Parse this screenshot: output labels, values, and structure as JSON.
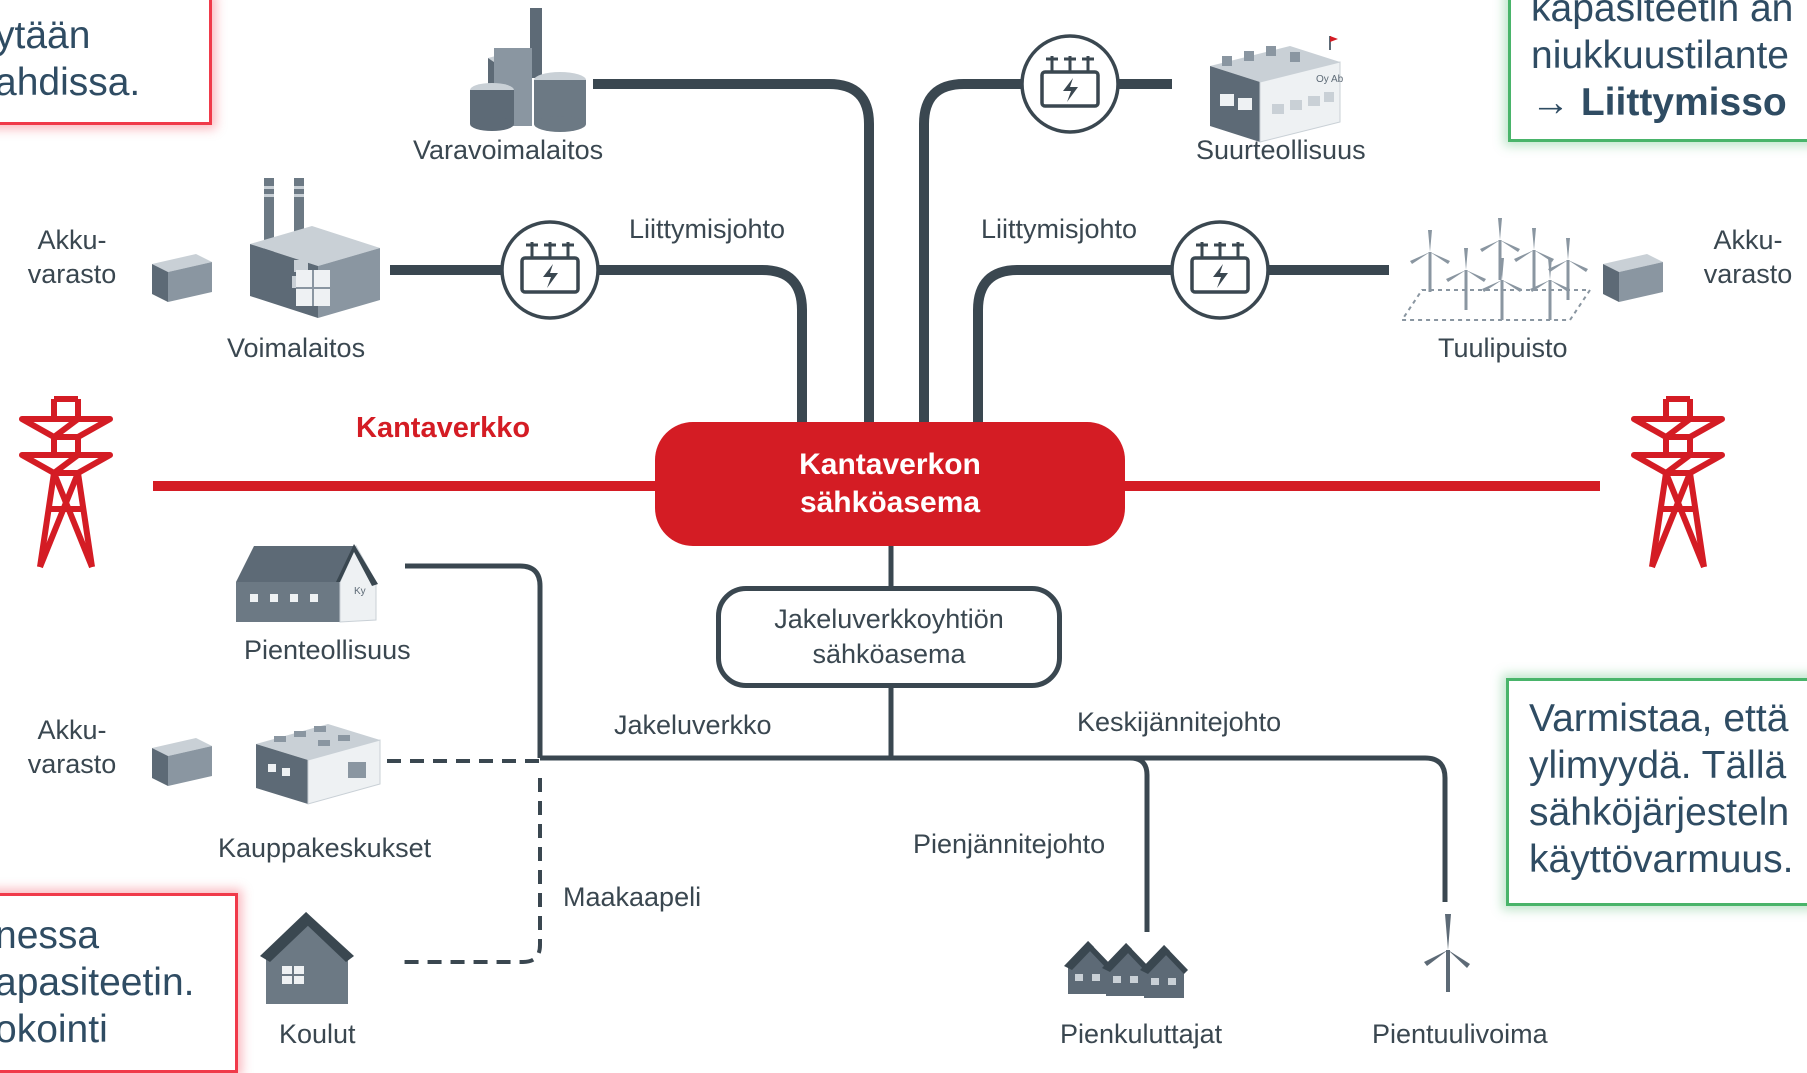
{
  "notes": {
    "top_left": [
      "ytään",
      "ahdissa."
    ],
    "bottom_left": [
      "nessa",
      "apasiteetin.",
      "okointi"
    ],
    "top_right": [
      "kapasiteetin an",
      "niukkuustilante",
      "→ Liittymisso"
    ],
    "mid_right": [
      "Varmistaa, että",
      "ylimyydä. Tällä",
      "sähköjärjesteln",
      "käyttövarmuus."
    ]
  },
  "labels": {
    "varavoimalaitos": "Varavoimalaitos",
    "suurteollisuus": "Suurteollisuus",
    "voimalaitos": "Voimalaitos",
    "tuulipuisto": "Tuulipuisto",
    "liittymisjohto_left": "Liittymisjohto",
    "liittymisjohto_right": "Liittymisjohto",
    "akku_left_top": [
      "Akku-",
      "varasto"
    ],
    "akku_right_top": [
      "Akku-",
      "varasto"
    ],
    "akku_left_mid": [
      "Akku-",
      "varasto"
    ],
    "kantaverkko": "Kantaverkko",
    "substation": [
      "Kantaverkon",
      "sähköasema"
    ],
    "dist_station": [
      "Jakeluverkkoyhtiön",
      "sähköasema"
    ],
    "pienteollisuus": "Pienteollisuus",
    "kauppakeskukset": "Kauppakeskukset",
    "koulut": "Koulut",
    "jakeluverkko": "Jakeluverkko",
    "keskijannitejohto": "Keskijännitejohto",
    "pienjannitejohto": "Pienjännitejohto",
    "maakaapeli": "Maakaapeli",
    "pienkuluttajat": "Pienkuluttajat",
    "pientuulivoima": "Pientuulivoima",
    "factory_sign": "Oy Ab",
    "workshop_sign": "Ky"
  },
  "colors": {
    "line": "#3a4750",
    "grid_red": "#d41c24",
    "note_red_border": "#f03a4a",
    "note_green_border": "#49b46a",
    "icon_dark": "#5d6a76",
    "icon_mid": "#8a96a1",
    "icon_light": "#c9d0d6"
  },
  "icons": [
    "pylon-icon",
    "transformer-icon",
    "power-plant-icon",
    "backup-plant-icon",
    "factory-icon",
    "wind-farm-icon",
    "battery-icon",
    "workshop-icon",
    "mall-icon",
    "school-icon",
    "houses-icon",
    "wind-turbine-icon"
  ]
}
